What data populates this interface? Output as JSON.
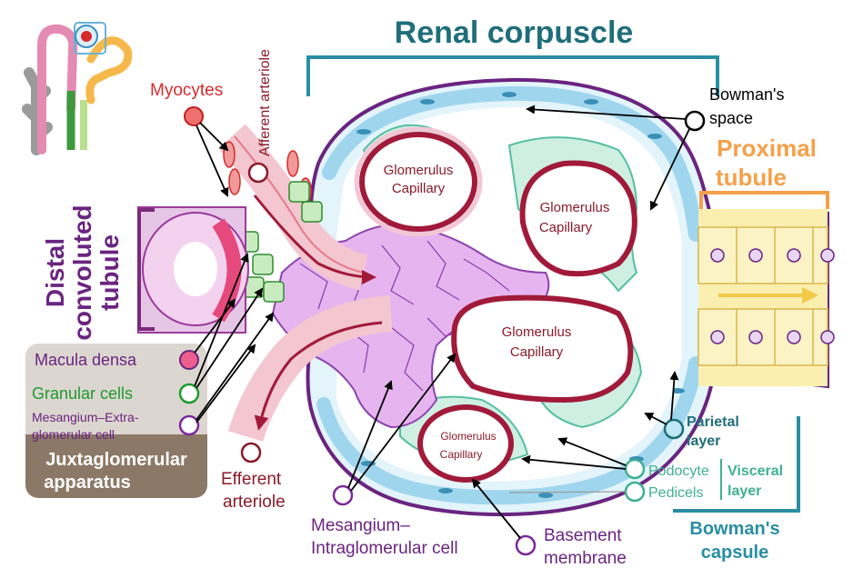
{
  "titles": {
    "renal_corpuscle": "Renal corpuscle",
    "proximal_tubule_1": "Proximal",
    "proximal_tubule_2": "tubule",
    "distal_1": "Distal",
    "distal_2": "convoluted",
    "distal_3": "tubule",
    "jga_1": "Juxtaglomerular",
    "jga_2": "apparatus",
    "bowmans_capsule_1": "Bowman's",
    "bowmans_capsule_2": "capsule"
  },
  "labels": {
    "myocytes": "Myocytes",
    "afferent_arteriole": "Afferent arteriole",
    "bowmans_space_1": "Bowman's",
    "bowmans_space_2": "space",
    "macula_densa": "Macula densa",
    "granular_cells": "Granular cells",
    "mesangium_extra_1": "Mesangium–Extra-",
    "mesangium_extra_2": "glomerular cell",
    "efferent_1": "Efferent",
    "efferent_2": "arteriole",
    "mesangium_intra_1": "Mesangium–",
    "mesangium_intra_2": "Intraglomerular cell",
    "basement_1": "Basement",
    "basement_2": "membrane",
    "parietal_1": "Parietal",
    "parietal_2": "layer",
    "podocyte": "Podocyte",
    "pedicels": "Pedicels",
    "visceral_1": "Visceral",
    "visceral_2": "layer"
  },
  "capillaries": {
    "line1": "Glomerulus",
    "line2": "Capillary"
  },
  "colors": {
    "teal_title": "#1f6e7a",
    "bracket_teal": "#2a8ea3",
    "orange": "#f5a04a",
    "purple": "#6a2480",
    "dark_red": "#8b1a2a",
    "red": "#d62b2b",
    "green": "#1e9a2e",
    "brown_box": "#8c7866",
    "gray_box": "#d9d4cf",
    "capsule_blue": "#bfe7f5",
    "mesangium": "#e6b5f0",
    "podocyte_green": "#cfefe2",
    "tubule_yellow": "#fbefb0"
  }
}
